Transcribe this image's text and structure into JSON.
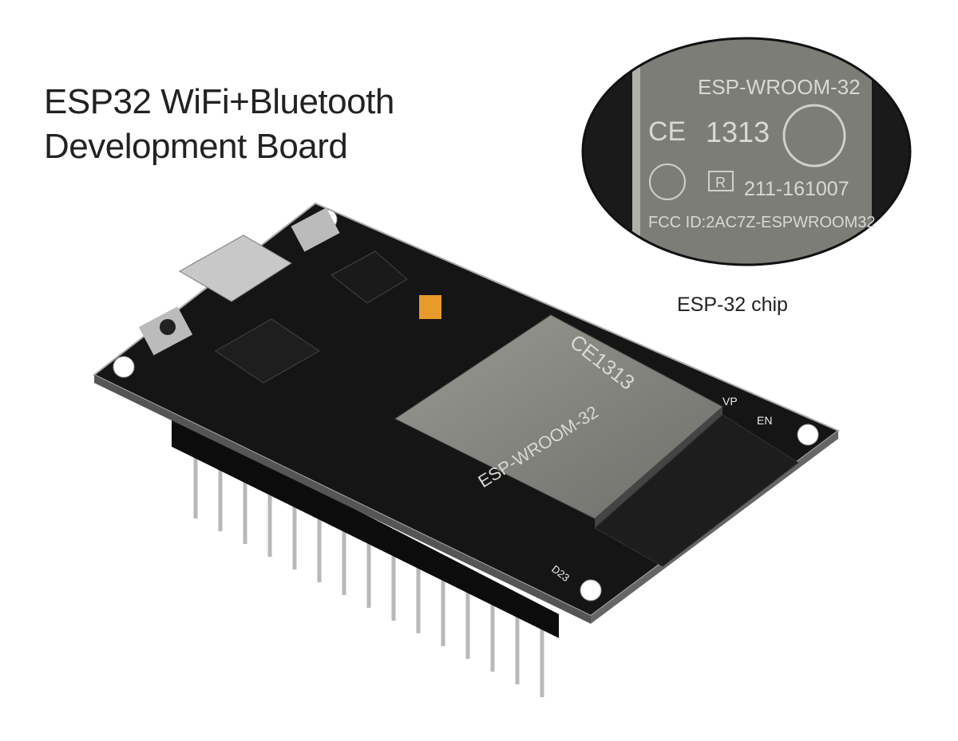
{
  "title": {
    "line1": "ESP32 WiFi+Bluetooth",
    "line2": "Development Board"
  },
  "caption": "ESP-32 chip",
  "chip_closeup": {
    "model": "ESP-WROOM-32",
    "ce_mark": "CE",
    "ce_number": "1313",
    "cert_number": "211-161007",
    "registered_mark": "R",
    "fcc_id": "FCC ID:2AC7Z-ESPWROOM32"
  },
  "board": {
    "pin_label_vp": "VP",
    "pin_label_en": "EN",
    "module_label": "ESP-WROOM-32",
    "module_ce": "CE1313",
    "pin_label_d23": "D23"
  },
  "colors": {
    "pcb": "#151515",
    "shield": "#8a8a84",
    "button": "#e89a2a",
    "text": "#222222"
  }
}
